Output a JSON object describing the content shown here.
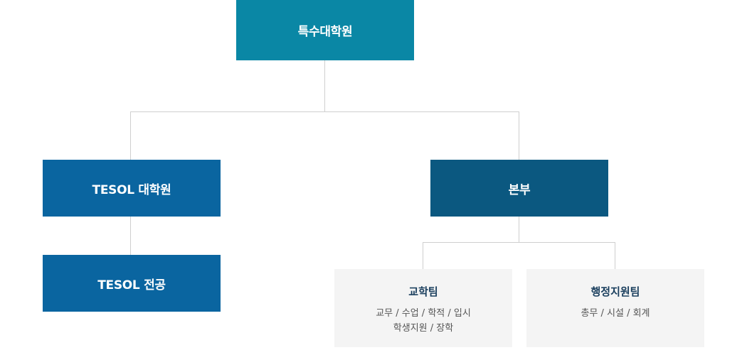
{
  "root": {
    "label": "특수대학원",
    "color": "#0a87a5"
  },
  "left": {
    "label": "TESOL 대학원",
    "color": "#0a65a0",
    "child": {
      "label": "TESOL 전공",
      "color": "#0a65a0"
    }
  },
  "right": {
    "label": "본부",
    "color": "#0b5880",
    "teams": [
      {
        "title": "교학팀",
        "lines": [
          "교무 / 수업 / 학적 / 입시",
          "학생지원 / 장학"
        ]
      },
      {
        "title": "행정지원팀",
        "lines": [
          "총무 / 시설 / 회계"
        ]
      }
    ]
  }
}
